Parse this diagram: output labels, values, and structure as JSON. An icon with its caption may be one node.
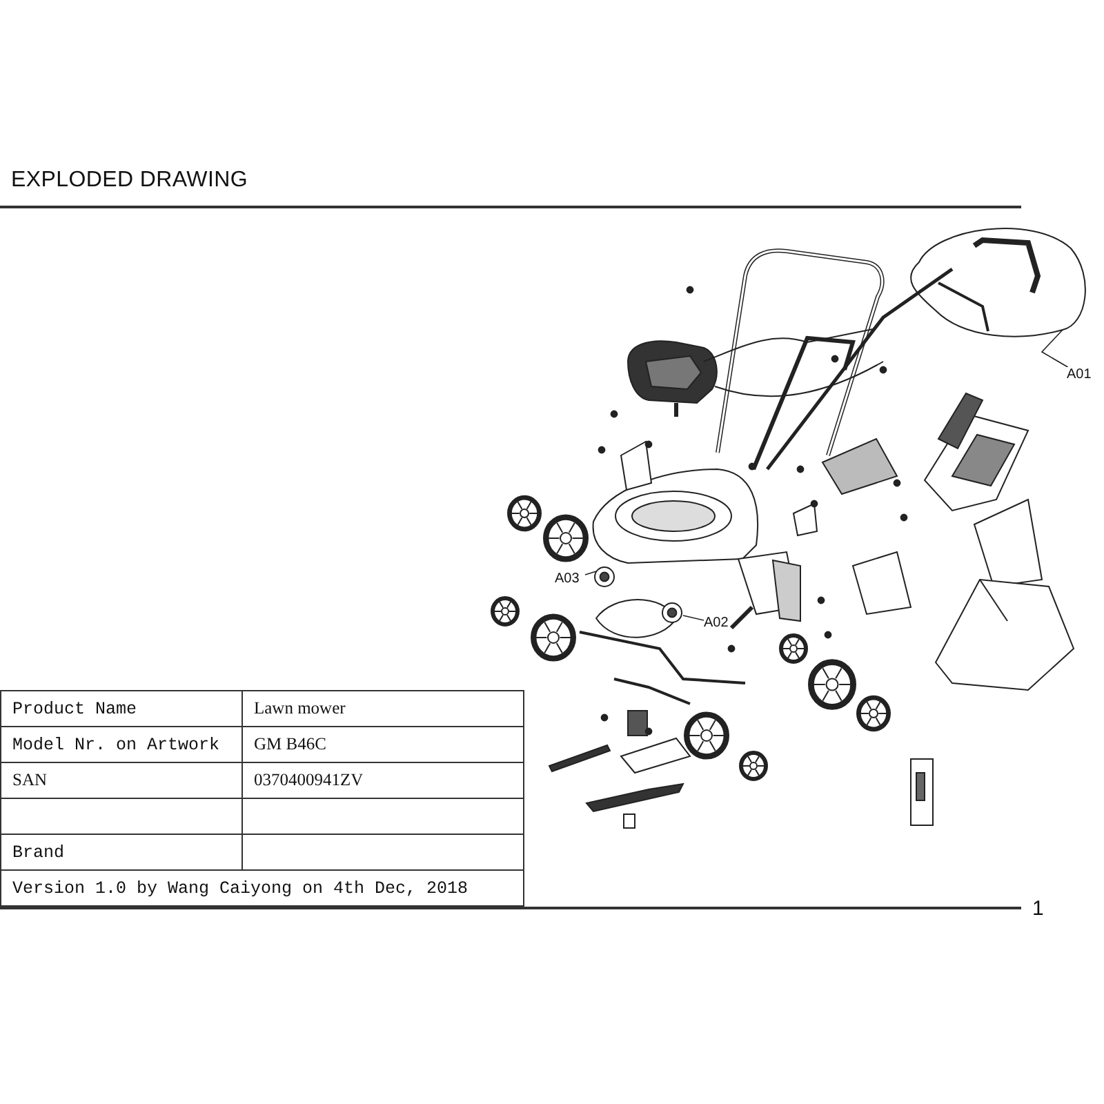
{
  "diagram": {
    "title": "EXPLODED DRAWING",
    "nodes": [
      {
        "text": [
          "A01"
        ]
      },
      {
        "text": [],
        "shape": "cloud"
      },
      {
        "text": [
          "A02"
        ]
      },
      {
        "text": [],
        "shape": "picture"
      },
      {
        "text": [
          "A03"
        ]
      },
      {
        "text": [],
        "shape": "picture"
      }
    ],
    "edges": [
      {
        "from": 0,
        "to": 1,
        "arrow": "none"
      },
      {
        "from": 2,
        "to": 3,
        "arrow": "none"
      },
      {
        "from": 4,
        "to": 5,
        "arrow": "none"
      }
    ],
    "labels": [
      "Product Name",
      "Lawn mower",
      "Model Nr. on Artwork",
      "GM B46C",
      "SAN",
      "0370400941ZV",
      "Brand",
      "Version 1.0 by Wang Caiyong on 4th Dec, 2018",
      "1"
    ]
  }
}
